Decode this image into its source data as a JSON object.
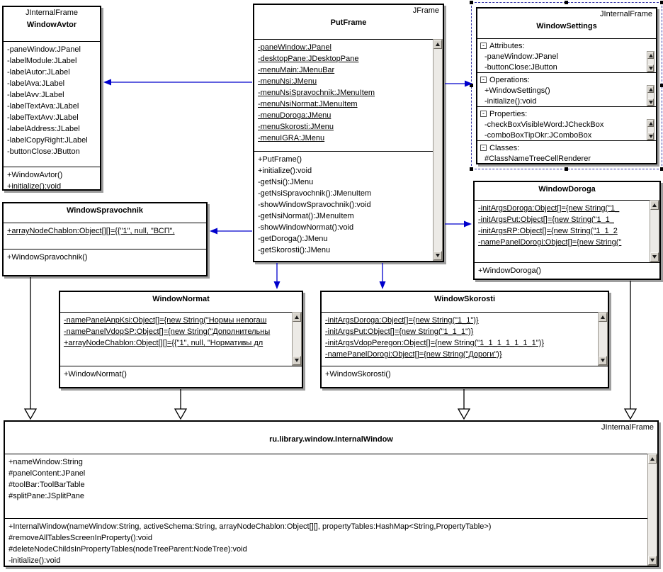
{
  "colors": {
    "connector_blue": "#0000cc",
    "inheritance_black": "#000000",
    "shadow_gray": "#9e9e9e",
    "selection_blue": "#3535a8"
  },
  "icons": {
    "collapse": "-"
  },
  "classes": {
    "window_avtor": {
      "stereotype": "JInternalFrame",
      "title": "WindowAvtor",
      "attributes": [
        "-paneWindow:JPanel",
        "-labelModule:JLabel",
        "-labelAutor:JLabel",
        "-labelAva:JLabel",
        "-labelAvv:JLabel",
        "-labelTextAva:JLabel",
        "-labelTextAvv:JLabel",
        "-labelAddress:JLabel",
        "-labelCopyRight:JLabel",
        "-buttonClose:JButton"
      ],
      "methods": [
        "+WindowAvtor()",
        "+initialize():void"
      ]
    },
    "put_frame": {
      "stereotype": "JFrame",
      "title": "PutFrame",
      "attributes": [
        "-paneWindow:JPanel",
        "-desktopPane:JDesktopPane",
        "-menuMain:JMenuBar",
        "-menuNsi:JMenu",
        "-menuNsiSpravochnik:JMenuItem",
        "-menuNsiNormat:JMenuItem",
        "-menuDoroga:JMenu",
        "-menuSkorosti:JMenu",
        "-menuIGRA:JMenu"
      ],
      "methods": [
        "+PutFrame()",
        "+initialize():void",
        "-getNsi():JMenu",
        "-getNsiSpravochnik():JMenuItem",
        "-showWindowSpravochnik():void",
        "-getNsiNormat():JMenuItem",
        "-showWindowNormat():void",
        "-getDoroga():JMenu",
        "-getSkorosti():JMenu"
      ]
    },
    "window_settings": {
      "stereotype": "JInternalFrame",
      "title": "WindowSettings",
      "sections": [
        {
          "label": "Attributes:",
          "items": [
            "-paneWindow:JPanel",
            "-buttonClose:JButton"
          ]
        },
        {
          "label": "Operations:",
          "items": [
            "+WindowSettings()",
            "-initialize():void"
          ]
        },
        {
          "label": "Properties:",
          "items": [
            "-checkBoxVisibleWord:JCheckBox",
            "-comboBoxTipOkr:JComboBox"
          ]
        },
        {
          "label": "Classes:",
          "items": [
            "#ClassNameTreeCellRenderer"
          ]
        }
      ]
    },
    "window_spravochnik": {
      "title": "WindowSpravochnik",
      "attributes": [
        "+arrayNodeChablon:Object[][]={{\"1\", null, \"ВСП\","
      ],
      "methods": [
        "+WindowSpravochnik()"
      ]
    },
    "window_doroga": {
      "title": "WindowDoroga",
      "attributes": [
        "-initArgsDoroga:Object[]={new String(\"1_",
        "-initArgsPut:Object[]={new String(\"1_1_",
        "-initArgsRP:Object[]={new String(\"1_1_2",
        "-namePanelDorogi:Object[]={new String(\""
      ],
      "methods": [
        "+WindowDoroga()"
      ]
    },
    "window_normat": {
      "title": "WindowNormat",
      "attributes": [
        "-namePanelAnpKsi:Object[]={new String(\"Нормы непогаш",
        "-namePanelVdopSP:Object[]={new String(\"Дополнительны",
        "+arrayNodeChablon:Object[][]={{\"1\", null, \"Нормативы дл"
      ],
      "methods": [
        "+WindowNormat()"
      ]
    },
    "window_skorosti": {
      "title": "WindowSkorosti",
      "attributes": [
        "-initArgsDoroga:Object[]={new String(\"1_1\")}",
        "-initArgsPut:Object[]={new String(\"1_1_1\")}",
        "-initArgsVdopPeregon:Object[]={new String(\"1_1_1_1_1_1_1\")}",
        "-namePanelDorogi:Object[]={new String(\"Дороги\")}"
      ],
      "methods": [
        "+WindowSkorosti()"
      ]
    },
    "internal_window": {
      "stereotype": "JInternalFrame",
      "title": "ru.library.window.InternalWindow",
      "attributes": [
        "+nameWindow:String",
        "#panelContent:JPanel",
        "#toolBar:ToolBarTable",
        "#splitPane:JSplitPane"
      ],
      "methods": [
        "+InternalWindow(nameWindow:String, activeSchema:String, arrayNodeChablon:Object[][], propertyTables:HashMap<String,PropertyTable>)",
        "#removeAllTablesScreenInProperty():void",
        "#deleteNodeChildsInPropertyTables(nodeTreeParent:NodeTree):void",
        "-initialize():void"
      ]
    }
  }
}
